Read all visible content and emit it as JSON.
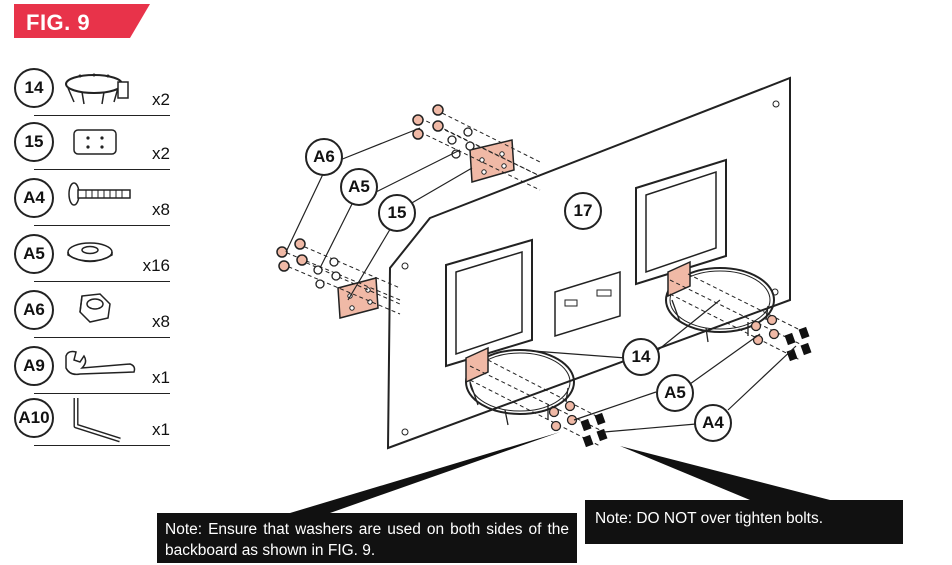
{
  "figure": {
    "label": "FIG. 9",
    "banner_color": "#e8334a"
  },
  "parts": [
    {
      "id": "14",
      "qty": "x2",
      "icon": "hoop-rim-icon"
    },
    {
      "id": "15",
      "qty": "x2",
      "icon": "mounting-plate-icon"
    },
    {
      "id": "A4",
      "qty": "x8",
      "icon": "bolt-icon"
    },
    {
      "id": "A5",
      "qty": "x16",
      "icon": "washer-icon"
    },
    {
      "id": "A6",
      "qty": "x8",
      "icon": "lock-nut-icon"
    },
    {
      "id": "A9",
      "qty": "x1",
      "icon": "wrench-icon"
    },
    {
      "id": "A10",
      "qty": "x1",
      "icon": "hex-key-icon"
    }
  ],
  "callouts": {
    "a6": "A6",
    "a5_top": "A5",
    "part15": "15",
    "part17": "17",
    "part14": "14",
    "a5_bottom": "A5",
    "a4": "A4"
  },
  "notes": {
    "washers": "Note: Ensure that washers are used on both sides of the backboard as shown in FIG. 9.",
    "tighten": "Note: DO NOT over tighten bolts."
  },
  "colors": {
    "accent": "#e8334a",
    "plate": "#f0b9a6",
    "ink": "#222222"
  }
}
